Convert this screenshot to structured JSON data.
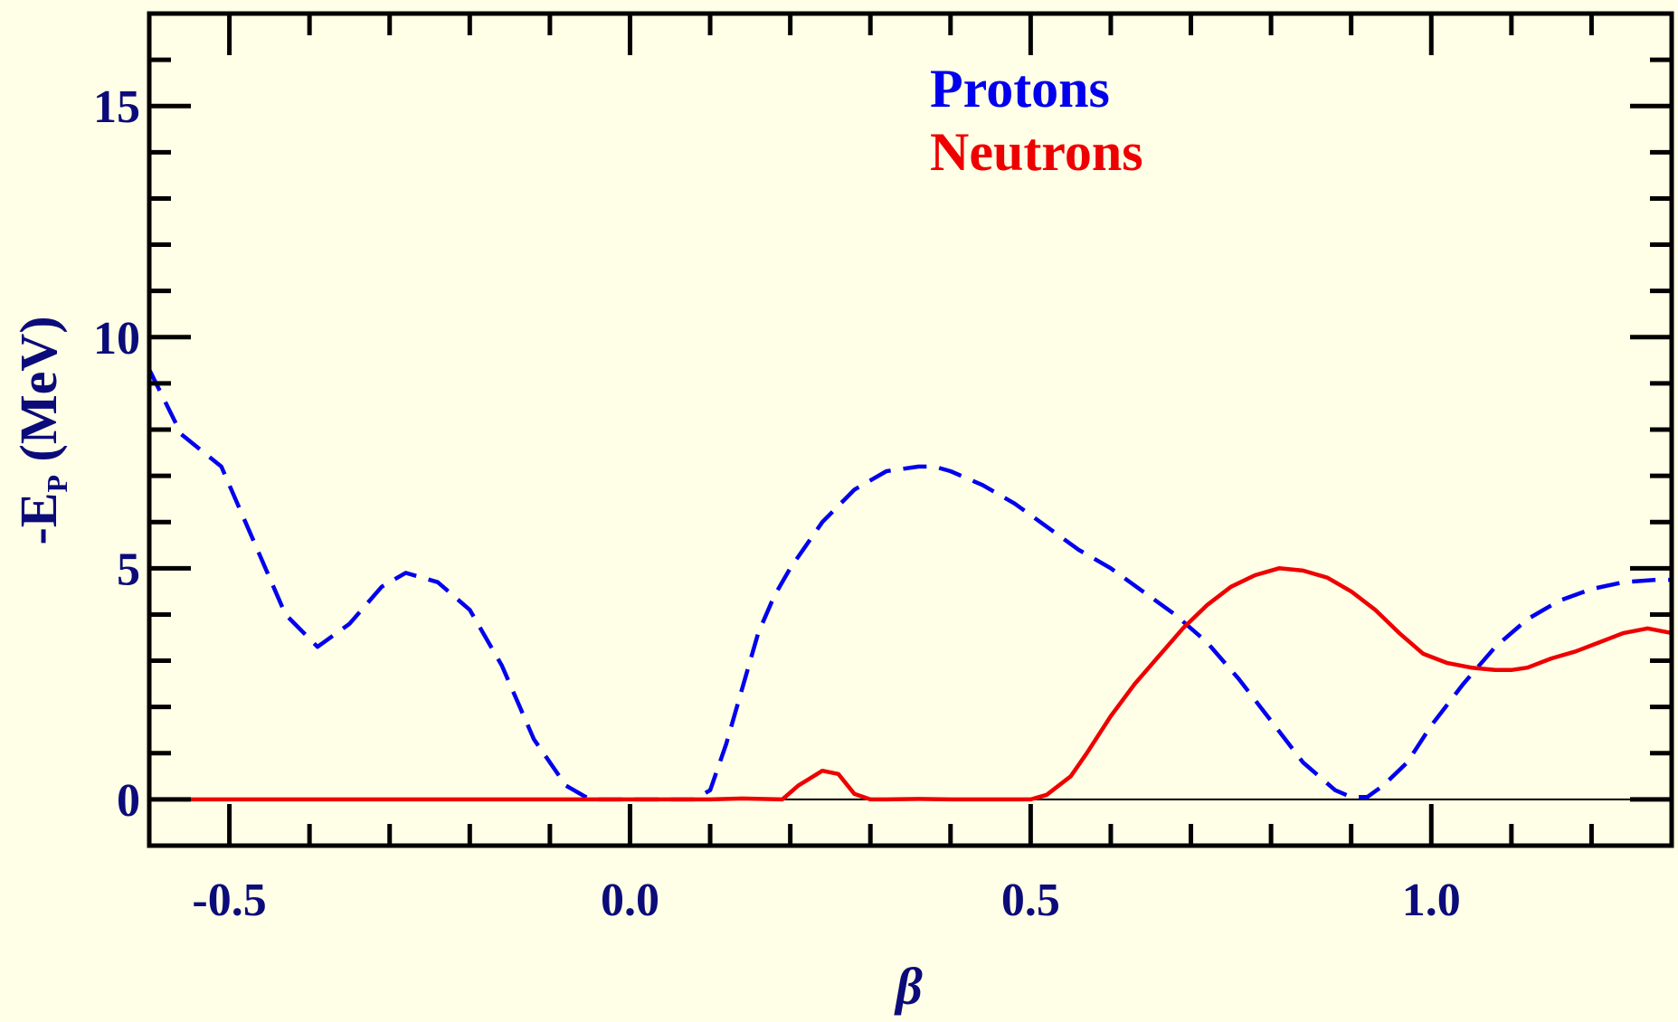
{
  "chart_data": {
    "type": "line",
    "xlabel": "β",
    "ylabel_main": "-E",
    "ylabel_sub": "P",
    "ylabel_tail": " (MeV)",
    "xlim": [
      -0.6,
      1.3
    ],
    "ylim": [
      -1,
      17
    ],
    "x_ticks": [
      {
        "value": -0.5,
        "label": "-0.5"
      },
      {
        "value": 0.0,
        "label": "0.0"
      },
      {
        "value": 0.5,
        "label": "0.5"
      },
      {
        "value": 1.0,
        "label": "1.0"
      }
    ],
    "x_minor_step": 0.1,
    "y_ticks": [
      {
        "value": 0,
        "label": "0"
      },
      {
        "value": 5,
        "label": "5"
      },
      {
        "value": 10,
        "label": "10"
      },
      {
        "value": 15,
        "label": "15"
      }
    ],
    "y_minor_step": 1,
    "zero_line": true,
    "legend_position": "top-center",
    "series": [
      {
        "name": "Protons",
        "color": "#0000ee",
        "dash": true,
        "x": [
          -0.6,
          -0.56,
          -0.51,
          -0.47,
          -0.43,
          -0.39,
          -0.35,
          -0.31,
          -0.28,
          -0.24,
          -0.2,
          -0.16,
          -0.12,
          -0.08,
          -0.05,
          -0.02,
          0.0,
          0.04,
          0.08,
          0.1,
          0.12,
          0.14,
          0.16,
          0.18,
          0.2,
          0.24,
          0.28,
          0.32,
          0.36,
          0.38,
          0.4,
          0.44,
          0.48,
          0.52,
          0.56,
          0.6,
          0.64,
          0.68,
          0.72,
          0.76,
          0.8,
          0.84,
          0.88,
          0.9,
          0.92,
          0.94,
          0.97,
          1.0,
          1.04,
          1.08,
          1.12,
          1.16,
          1.2,
          1.24,
          1.28,
          1.3
        ],
        "y": [
          9.3,
          7.9,
          7.2,
          5.6,
          4.0,
          3.3,
          3.8,
          4.6,
          4.9,
          4.7,
          4.1,
          2.9,
          1.3,
          0.3,
          0.0,
          0.0,
          0.0,
          0.0,
          0.0,
          0.2,
          1.2,
          2.4,
          3.6,
          4.4,
          5.0,
          6.0,
          6.7,
          7.1,
          7.2,
          7.2,
          7.1,
          6.8,
          6.4,
          5.9,
          5.4,
          5.0,
          4.5,
          4.0,
          3.4,
          2.6,
          1.7,
          0.8,
          0.2,
          0.05,
          0.05,
          0.3,
          0.8,
          1.6,
          2.5,
          3.3,
          3.9,
          4.3,
          4.55,
          4.7,
          4.75,
          4.75
        ]
      },
      {
        "name": "Neutrons",
        "color": "#ee0000",
        "dash": false,
        "x": [
          -0.56,
          -0.4,
          -0.2,
          0.0,
          0.1,
          0.14,
          0.19,
          0.21,
          0.24,
          0.26,
          0.28,
          0.3,
          0.32,
          0.36,
          0.4,
          0.44,
          0.48,
          0.5,
          0.52,
          0.55,
          0.57,
          0.6,
          0.63,
          0.66,
          0.69,
          0.72,
          0.75,
          0.78,
          0.81,
          0.84,
          0.87,
          0.9,
          0.93,
          0.96,
          0.99,
          1.02,
          1.05,
          1.08,
          1.1,
          1.12,
          1.15,
          1.18,
          1.21,
          1.24,
          1.27,
          1.3
        ],
        "y": [
          0.0,
          0.0,
          0.0,
          0.0,
          0.0,
          0.02,
          0.0,
          0.3,
          0.62,
          0.55,
          0.12,
          0.0,
          0.0,
          0.01,
          0.0,
          0.0,
          0.0,
          0.0,
          0.1,
          0.5,
          1.0,
          1.8,
          2.5,
          3.1,
          3.7,
          4.2,
          4.6,
          4.85,
          5.0,
          4.95,
          4.8,
          4.5,
          4.1,
          3.6,
          3.15,
          2.95,
          2.85,
          2.8,
          2.8,
          2.85,
          3.05,
          3.2,
          3.4,
          3.6,
          3.7,
          3.6
        ]
      }
    ]
  }
}
